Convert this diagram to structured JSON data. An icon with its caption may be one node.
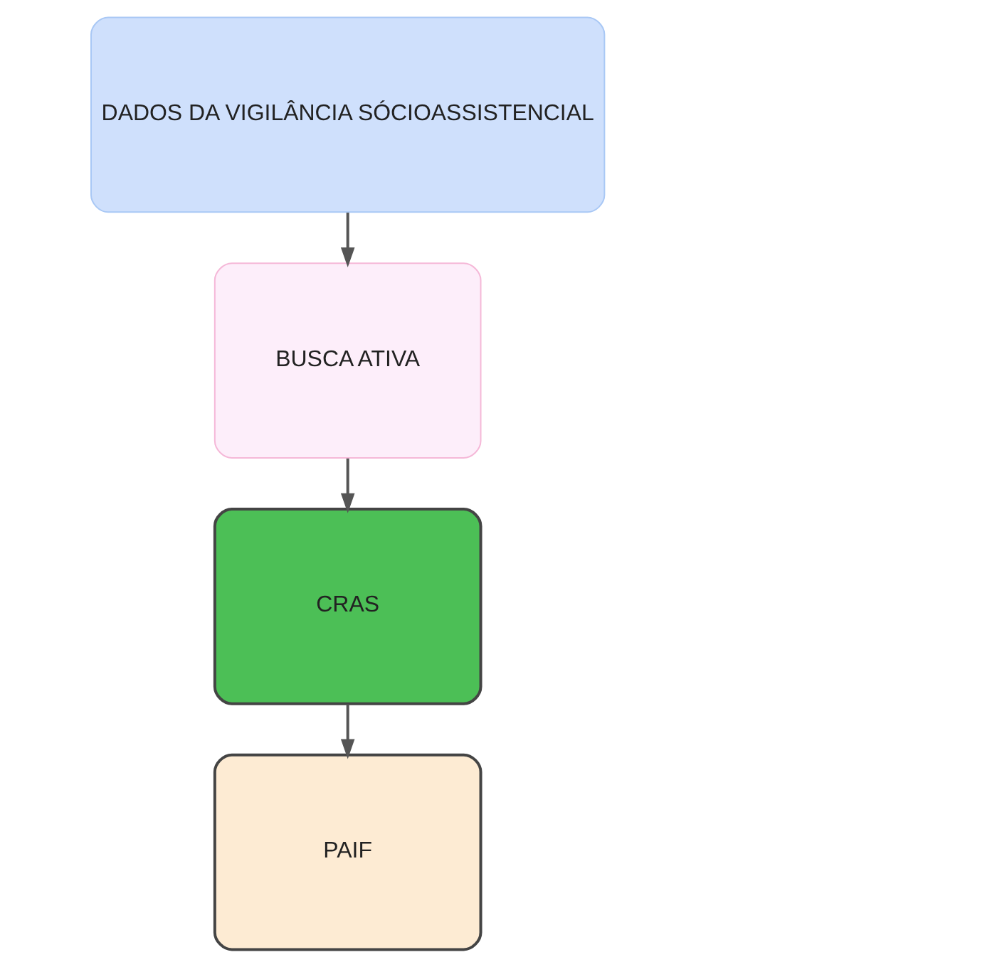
{
  "diagram": {
    "nodes": [
      {
        "text": [
          "DADOS DA VIGILÂNCIA SÓCIOASSISTENCIAL"
        ]
      },
      {
        "text": [
          "BUSCA ATIVA"
        ]
      },
      {
        "text": [
          "CRAS"
        ]
      },
      {
        "text": [
          "PAIF"
        ]
      }
    ],
    "edges": [
      {
        "from": 0,
        "to": 1,
        "arrow": "to"
      },
      {
        "from": 1,
        "to": 2,
        "arrow": "to"
      },
      {
        "from": 2,
        "to": 3,
        "arrow": "to"
      }
    ]
  }
}
